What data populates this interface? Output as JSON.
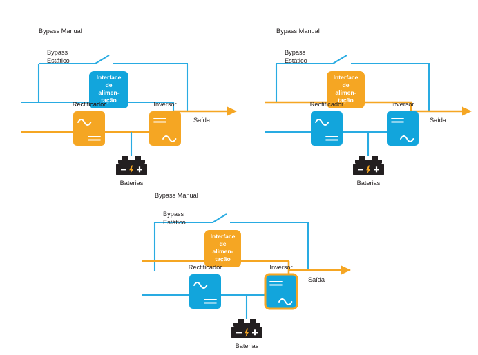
{
  "colors": {
    "orange": "#F5A623",
    "orange_line": "#F5A623",
    "blue": "#12A5DC",
    "blue_line": "#29ABE2",
    "battery_body": "#231F20",
    "text": "#231F20",
    "white": "#FFFFFF"
  },
  "labels": {
    "bypass_manual": "Bypass Manual",
    "bypass_estatico_line1": "Bypass",
    "bypass_estatico_line2": "Estático",
    "rectificador": "Rectificador",
    "inversor": "Inversor",
    "saida": "Saída",
    "baterias": "Baterias",
    "interface_line1": "Interface",
    "interface_line2": "de",
    "interface_line3": "alimen-",
    "interface_line4": "tação"
  },
  "diagrams": [
    {
      "id": "diagram-normal-mode",
      "position": "top-left",
      "rectifier_fill": "#F5A623",
      "rectifier_stroke": "none",
      "inverter_fill": "#F5A623",
      "inverter_stroke": "none",
      "interface_fill": "#12A5DC",
      "main_path_color": "#F5A623",
      "bypass_manual_color": "#29ABE2",
      "bypass_static_color": "#29ABE2",
      "output_color": "#F5A623",
      "battery_link_color": "#29ABE2",
      "rectifier_top_symbol": "ac",
      "rectifier_bottom_symbol": "dc",
      "inverter_top_symbol": "dc",
      "inverter_bottom_symbol": "ac"
    },
    {
      "id": "diagram-bypass-mode",
      "position": "top-right",
      "rectifier_fill": "#12A5DC",
      "rectifier_stroke": "none",
      "inverter_fill": "#12A5DC",
      "inverter_stroke": "none",
      "interface_fill": "#F5A623",
      "main_path_color": "#29ABE2",
      "bypass_manual_color": "#29ABE2",
      "bypass_static_color": "#F5A623",
      "output_color": "#F5A623",
      "battery_link_color": "#29ABE2",
      "rectifier_top_symbol": "ac",
      "rectifier_bottom_symbol": "dc",
      "inverter_top_symbol": "dc",
      "inverter_bottom_symbol": "ac"
    },
    {
      "id": "diagram-battery-mode",
      "position": "bottom-center",
      "rectifier_fill": "#12A5DC",
      "rectifier_stroke": "none",
      "inverter_fill": "#12A5DC",
      "inverter_stroke": "#F5A623",
      "interface_fill": "#F5A623",
      "main_path_color": "#29ABE2",
      "bypass_manual_color": "#29ABE2",
      "bypass_static_color": "#F5A623",
      "output_color": "#F5A623",
      "battery_link_color": "#29ABE2",
      "rectifier_top_symbol": "ac",
      "rectifier_bottom_symbol": "dc",
      "inverter_top_symbol": "dc",
      "inverter_bottom_symbol": "ac"
    }
  ],
  "battery": {
    "minus": "–",
    "bolt": "⚡",
    "plus": "+"
  }
}
